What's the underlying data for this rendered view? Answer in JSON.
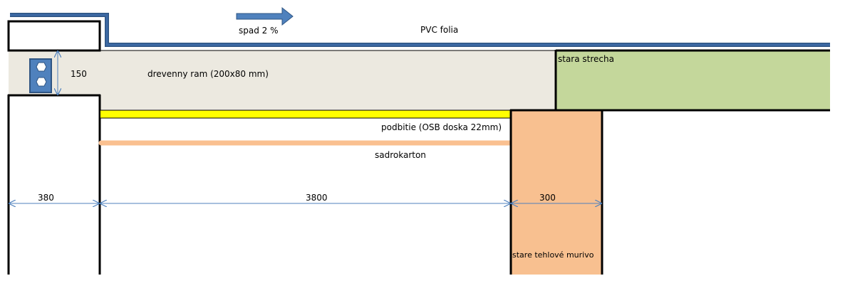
{
  "colors": {
    "foil": "#3d6aa6",
    "foil_edge": "#2f5583",
    "timber": "#ece9e0",
    "old_roof": "#c4d79b",
    "osb": "#ffff00",
    "drywall": "#fac090",
    "brick": "#f8c090",
    "dim_line": "#4f81bd",
    "anchor": "#4f81bd",
    "anchor_edge": "#2f5583"
  },
  "labels": {
    "slope": "spad 2 %",
    "pvc_foil": "PVC folia",
    "timber_frame": "drevenny ram (200x80 mm)",
    "old_roof": "stara strecha",
    "osb_soffit": "podbitie (OSB doska 22mm)",
    "drywall": "sadrokarton",
    "old_brick_wall": "stare tehlové murivo"
  },
  "dimensions": {
    "frame_height": "150",
    "left_wall_width": "380",
    "span": "3800",
    "brick_wall_width": "300"
  }
}
